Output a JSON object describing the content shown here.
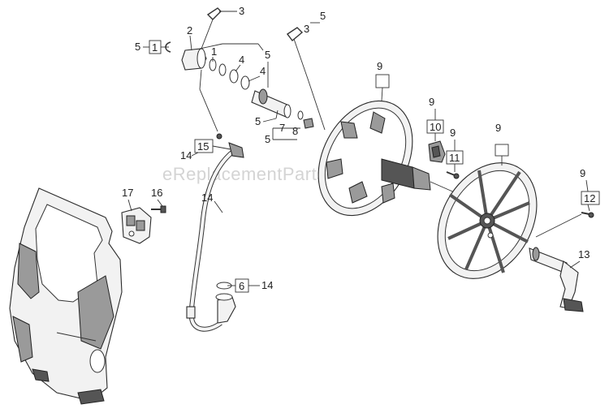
{
  "watermark": "eReplacementParts.com",
  "callouts": {
    "c1": "1",
    "c2": "2",
    "c3a": "3",
    "c3b": "3",
    "c4a": "4",
    "c4b": "4",
    "c5a": "5",
    "c5b": "5",
    "c5c": "5",
    "c5d": "5",
    "c5e": "5",
    "c6": "6",
    "c7": "7",
    "c8": "8",
    "c9a": "9",
    "c9b": "9",
    "c9c": "9",
    "c9d": "9",
    "c9e": "9",
    "c10": "10",
    "c11": "11",
    "c12": "12",
    "c13": "13",
    "c14a": "14",
    "c14b": "14",
    "c14c": "14",
    "c15": "15",
    "c16": "16",
    "c17": "17"
  }
}
